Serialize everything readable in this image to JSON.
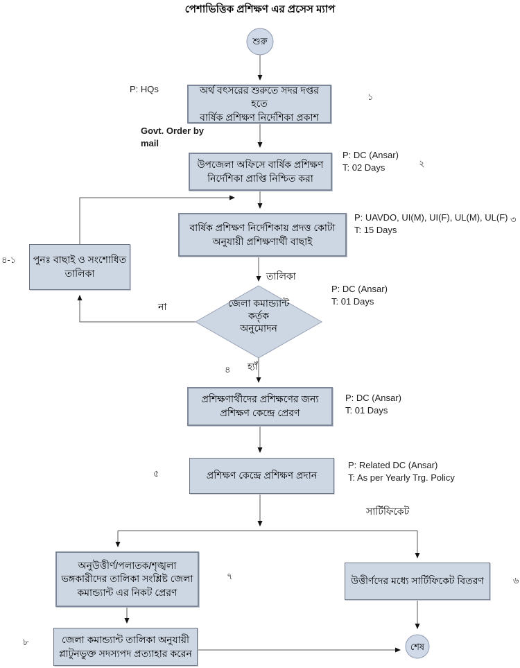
{
  "title": "পেশাভিত্তিক প্রশিক্ষণ এর প্রসেস ম্যাপ",
  "colors": {
    "node_fill": "#cdd7e3",
    "node_border": "#7d8798",
    "line": "#555555",
    "arrowhead": "#111111"
  },
  "nodes": {
    "start": {
      "label": "শুরু"
    },
    "step1": {
      "label": "অর্থ বৎসরের শুরুতে সদর দপ্তর হতে\nবার্ষিক প্রশিক্ষণ নির্দেশিকা প্রকাশ",
      "number": "১"
    },
    "step2": {
      "label": "উপজেলা অফিসে বার্ষিক প্রশিক্ষণ\nনির্দেশিকা প্রাপ্তি নিশ্চিত করা",
      "number": "২"
    },
    "step3": {
      "label": "বার্ষিক প্রশিক্ষণ নির্দেশিকায় প্রদত্ত কোটা\nঅনুযায়ী প্রশিক্ষণার্থী বাছাই",
      "number": "৩"
    },
    "rework": {
      "label": "পুনঃ  বাছাই ও সংশোধিত\nতালিকা",
      "number": "৪-১"
    },
    "decision": {
      "label": "জেলা কমান্ড্যান্ট\nকর্তৃক\nঅনুমোদন",
      "number": "৪"
    },
    "step4": {
      "label": "প্রশিক্ষণার্থীদের প্রশিক্ষণের জন্য\nপ্রশিক্ষণ কেন্দ্রে প্রেরণ"
    },
    "step5": {
      "label": "প্রশিক্ষণ কেন্দ্রে প্রশিক্ষণ প্রদান",
      "number": "৫"
    },
    "step6": {
      "label": "উত্তীর্ণদের মধ্যে সার্টিফিকেট বিতরণ",
      "number": "৬"
    },
    "step7": {
      "label": "অনুউত্তীর্ণ/পলাতক/শৃঙ্খলা\nভঙ্গকারীদের তালিকা সংশ্লিষ্ট  জেলা\nকমান্ড্যান্ট এর নিকট প্রেরণ",
      "number": "৭"
    },
    "step8": {
      "label": "জেলা কমান্ড্যান্ট তালিকা অনুযায়ী\nপ্লাটুনভুক্ত সদস্যপদ প্রত্যাহার করেন",
      "number": "৮"
    },
    "end": {
      "label": "শেষ"
    }
  },
  "annotations": {
    "hqs": {
      "text": "P: HQs"
    },
    "govt_order": {
      "text": "Govt. Order by\nmail"
    },
    "step2_pt": {
      "text": "P: DC (Ansar)\nT: 02 Days"
    },
    "step3_pt": {
      "text": "P: UAVDO, UI(M), UI(F), UL(M), UL(F)\nT: 15 Days"
    },
    "decision_pt": {
      "text": "P: DC (Ansar)\nT: 01 Days"
    },
    "step4_pt": {
      "text": "P: DC (Ansar)\nT: 01 Days"
    },
    "step5_pt": {
      "text": "P: Related DC (Ansar)\nT: As per Yearly Trg. Policy"
    }
  },
  "edge_labels": {
    "talika": "তালিকা",
    "no": "না",
    "yes": "হ্যাঁ",
    "certificate": "সার্টিফিকেট"
  }
}
